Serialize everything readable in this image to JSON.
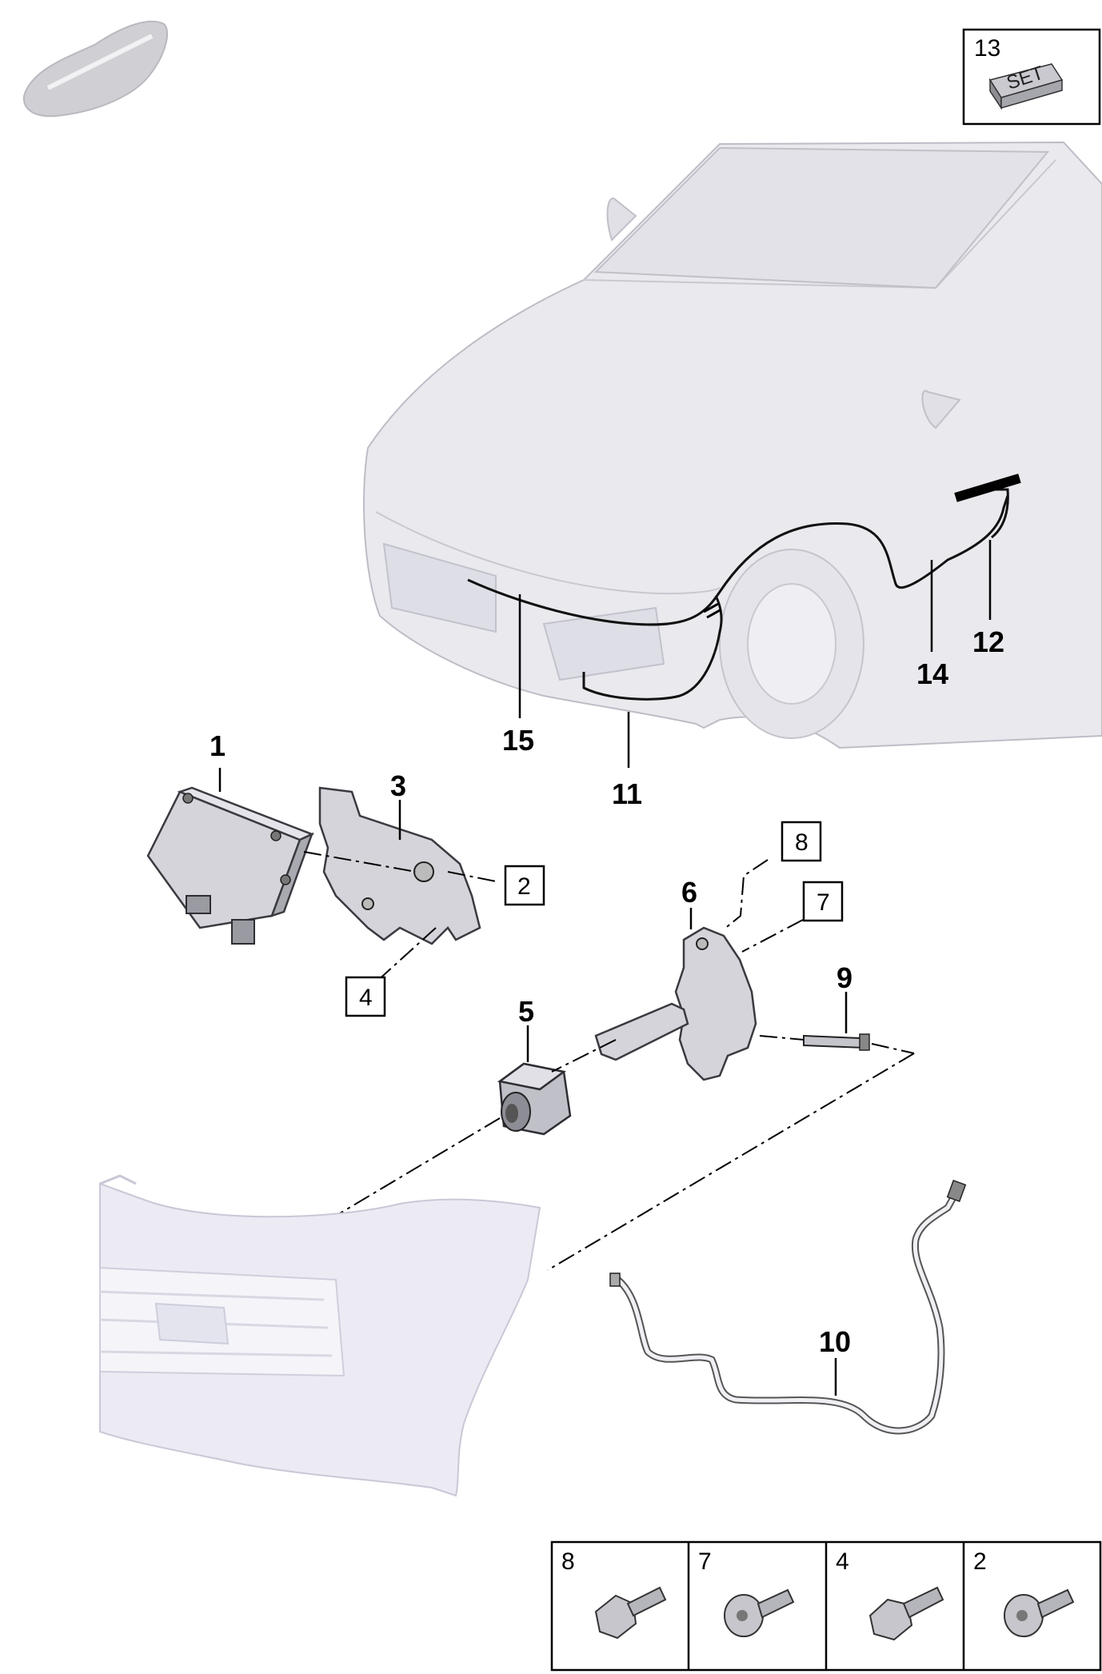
{
  "diagram": {
    "callouts": [
      {
        "id": "1",
        "text": "1",
        "boxed": false
      },
      {
        "id": "2",
        "text": "2",
        "boxed": true
      },
      {
        "id": "3",
        "text": "3",
        "boxed": false
      },
      {
        "id": "4",
        "text": "4",
        "boxed": true
      },
      {
        "id": "5",
        "text": "5",
        "boxed": false
      },
      {
        "id": "6",
        "text": "6",
        "boxed": false
      },
      {
        "id": "7",
        "text": "7",
        "boxed": true
      },
      {
        "id": "8",
        "text": "8",
        "boxed": true
      },
      {
        "id": "9",
        "text": "9",
        "boxed": false
      },
      {
        "id": "10",
        "text": "10",
        "boxed": false
      },
      {
        "id": "11",
        "text": "11",
        "boxed": false
      },
      {
        "id": "12",
        "text": "12",
        "boxed": false
      },
      {
        "id": "14",
        "text": "14",
        "boxed": false
      },
      {
        "id": "15",
        "text": "15",
        "boxed": false
      }
    ],
    "set_box": {
      "number": "13",
      "badge_text": "SET"
    },
    "fastener_table": [
      {
        "number": "8"
      },
      {
        "number": "7"
      },
      {
        "number": "4"
      },
      {
        "number": "2"
      }
    ],
    "colors": {
      "car_body": "#e9e9ee",
      "part_fill": "#d4d4da",
      "line": "#000000"
    }
  }
}
